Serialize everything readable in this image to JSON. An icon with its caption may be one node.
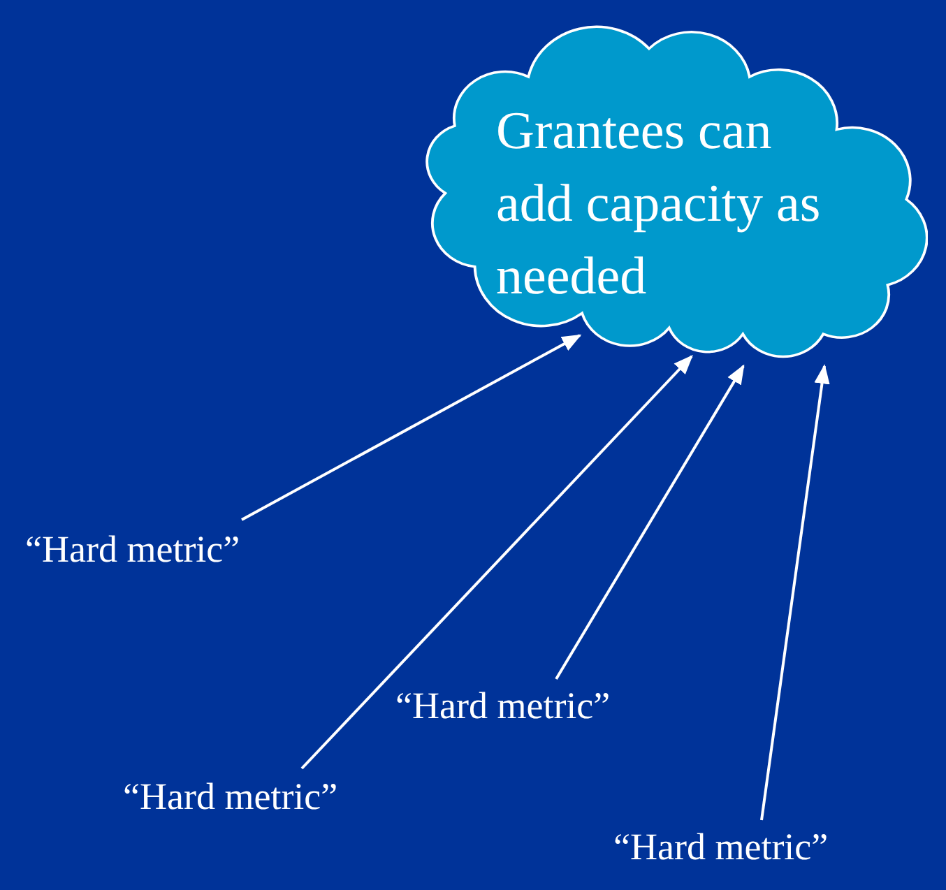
{
  "diagram": {
    "nodes": [
      {
        "text": [
          "Grantees can add capacity as needed"
        ]
      },
      {
        "text": [
          "“Hard metric”"
        ]
      },
      {
        "text": [
          "“Hard metric”"
        ]
      },
      {
        "text": [
          "“Hard metric”"
        ]
      },
      {
        "text": [
          "“Hard metric”"
        ]
      }
    ],
    "edges": [
      {
        "from": 1,
        "to": 0,
        "arrow": "to"
      },
      {
        "from": 2,
        "to": 0,
        "arrow": "to"
      },
      {
        "from": 3,
        "to": 0,
        "arrow": "to"
      },
      {
        "from": 4,
        "to": 0,
        "arrow": "to"
      }
    ]
  }
}
